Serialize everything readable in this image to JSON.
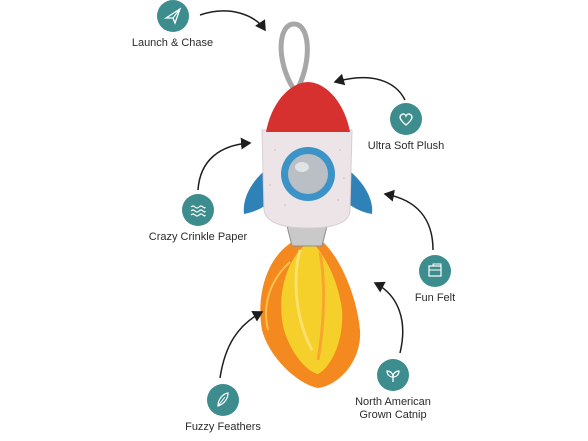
{
  "colors": {
    "badge": "#3d8d8f",
    "nose": "#d6312e",
    "fins": "#2f82b8",
    "body": "#ede4e8",
    "window_ring": "#3b93c7",
    "window": "#b9bfc4",
    "flame_yellow": "#f5d02a",
    "flame_orange": "#f48a1f",
    "arrow": "#1e1e1e"
  },
  "features": [
    {
      "id": "launch",
      "icon": "paper-plane-icon",
      "label": "Launch & Chase"
    },
    {
      "id": "plush",
      "icon": "heart-icon",
      "label": "Ultra Soft Plush"
    },
    {
      "id": "crinkle",
      "icon": "waves-icon",
      "label": "Crazy Crinkle Paper"
    },
    {
      "id": "felt",
      "icon": "felt-sheets-icon",
      "label": "Fun Felt"
    },
    {
      "id": "catnip",
      "icon": "leaf-sprout-icon",
      "label_line1": "North American",
      "label_line2": "Grown Catnip"
    },
    {
      "id": "feathers",
      "icon": "feather-icon",
      "label": "Fuzzy Feathers"
    }
  ]
}
